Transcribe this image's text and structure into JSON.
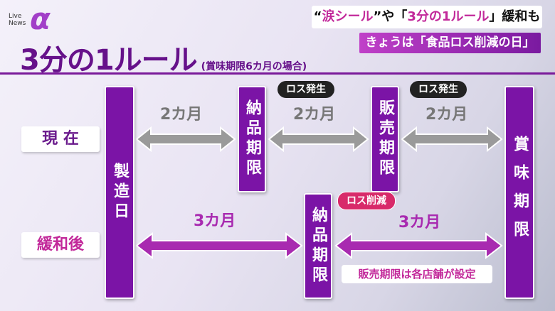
{
  "logo": {
    "small": "Live News",
    "mark": "α"
  },
  "headline": {
    "q_open": "“",
    "pink1": "涙シール",
    "q_close": "”や「",
    "pink2": "3分の1ルール",
    "rest": "」緩和も"
  },
  "subheadline": "きょうは「食品ロス削減の日」",
  "title": "3分の1ルール",
  "subtitle": "(賞味期限6カ月の場合)",
  "rows": {
    "current": "現 在",
    "relaxed": "緩和後"
  },
  "bars": {
    "manufacture": "製造日",
    "delivery_current": "納品期限",
    "sales": "販売期限",
    "best_before": "賞味期限",
    "delivery_new": "納品期限"
  },
  "durations": {
    "current": [
      "2カ月",
      "2カ月",
      "2カ月"
    ],
    "relaxed": [
      "3カ月",
      "3カ月"
    ]
  },
  "bubbles": {
    "loss1": "ロス発生",
    "loss2": "ロス発生",
    "reduce": "ロス削減"
  },
  "note": "販売期限は各店舗が設定",
  "colors": {
    "purple": "#7b14a6",
    "pink": "#c2289a",
    "gray": "#9a9a9a"
  }
}
